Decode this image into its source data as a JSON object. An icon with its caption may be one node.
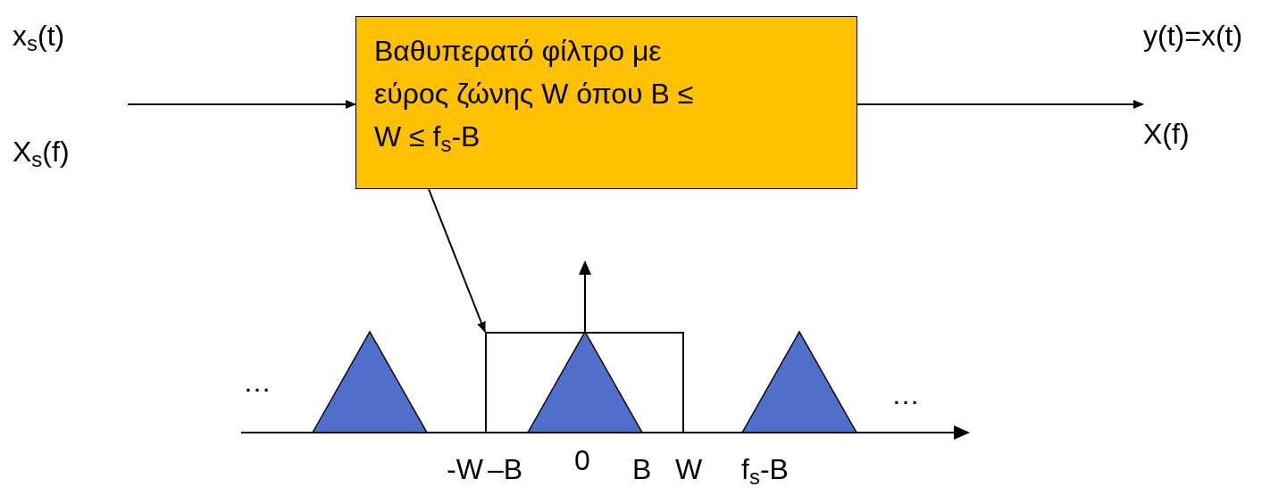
{
  "diagram": {
    "nodes": [
      {
        "text": [
          "x$_{s}$(t)",
          "X$_{s}$(f)"
        ]
      },
      {
        "text": [
          "Βαθυπερατό φίλτρο με εύρος ζώνης W όπου B ≤ W ≤ f$_{s}$-B"
        ]
      },
      {
        "text": [
          "y(t)=x(t)",
          "X(f)"
        ]
      },
      {
        "text": [],
        "shape": "box"
      }
    ],
    "edges": [
      {
        "from": 0,
        "to": 1,
        "arrow": "to"
      },
      {
        "from": 1,
        "to": 2,
        "arrow": "to"
      },
      {
        "from": 1,
        "to": 3,
        "arrow": "to"
      }
    ],
    "labels": [
      "…",
      "…",
      "-W",
      "–B",
      "0",
      "B",
      "W",
      "f$_{s}$-B"
    ]
  }
}
